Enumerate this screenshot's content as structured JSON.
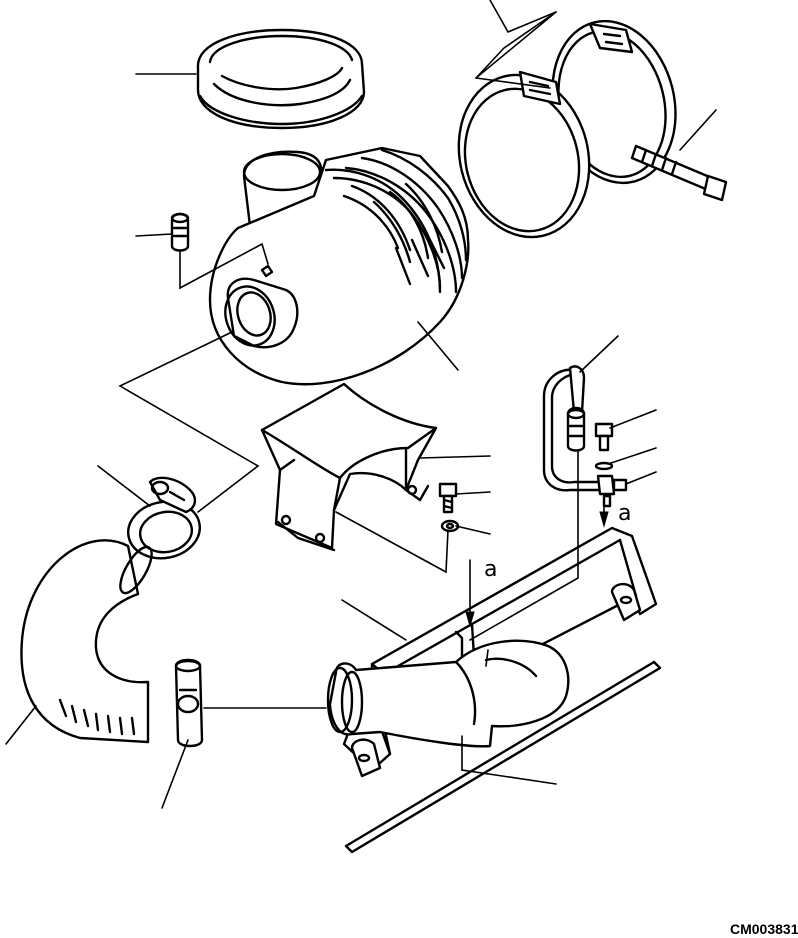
{
  "diagram": {
    "drawing_code": "CM003831",
    "view_labels": [
      "a",
      "a"
    ]
  }
}
